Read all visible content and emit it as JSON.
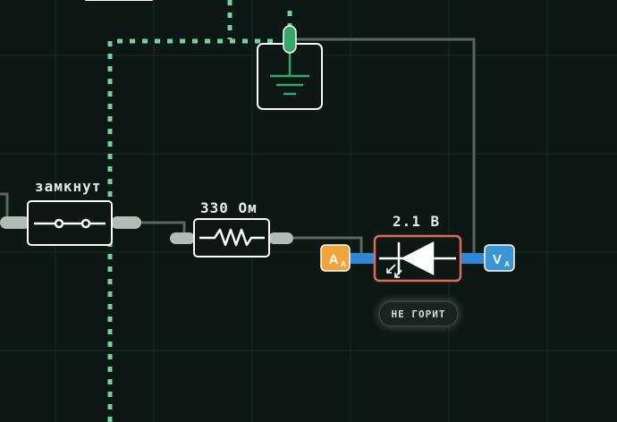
{
  "switch": {
    "state_label": "замкнут"
  },
  "resistor": {
    "value_label": "330 Ом"
  },
  "led": {
    "voltage_label": "2.1 В",
    "status_label": "НЕ ГОРИТ"
  },
  "ammeter": {
    "letter": "A",
    "sub": "A"
  },
  "voltmeter": {
    "letter": "V",
    "sub": "A"
  },
  "colors": {
    "background": "#0d1714",
    "grid": "#1a2a24",
    "dotted_wire": "#6fd3a0",
    "wire": "#5a6662",
    "ground": "#37a766",
    "led_border": "#e06a5a",
    "ammeter": "#f0a43a",
    "voltmeter": "#3c93d6",
    "terminal_blue": "#2f86d8"
  }
}
